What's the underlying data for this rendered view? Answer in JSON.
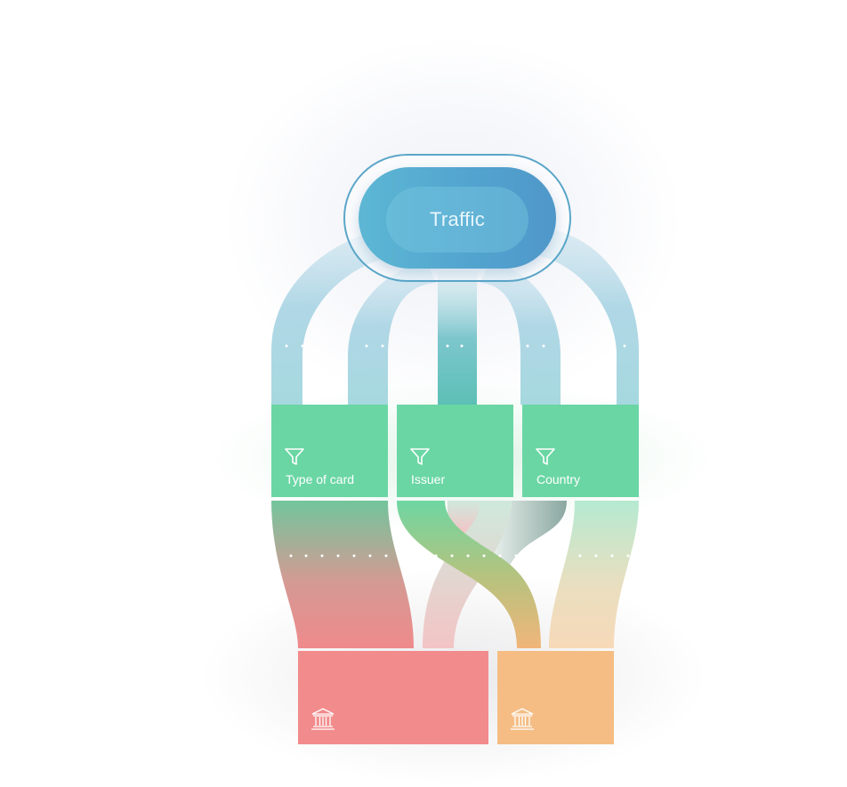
{
  "source": {
    "label": "Traffic"
  },
  "filters": [
    {
      "label": "Type of card",
      "icon": "filter-icon"
    },
    {
      "label": "Issuer",
      "icon": "filter-icon"
    },
    {
      "label": "Country",
      "icon": "filter-icon"
    }
  ],
  "banks": [
    {
      "icon": "bank-icon",
      "color": "#f28b8c"
    },
    {
      "icon": "bank-icon",
      "color": "#f5bd84"
    }
  ],
  "colors": {
    "source": "#52a3cf",
    "filter": "#6ad6a4",
    "bank_red": "#f28b8c",
    "bank_orange": "#f5bd84"
  }
}
